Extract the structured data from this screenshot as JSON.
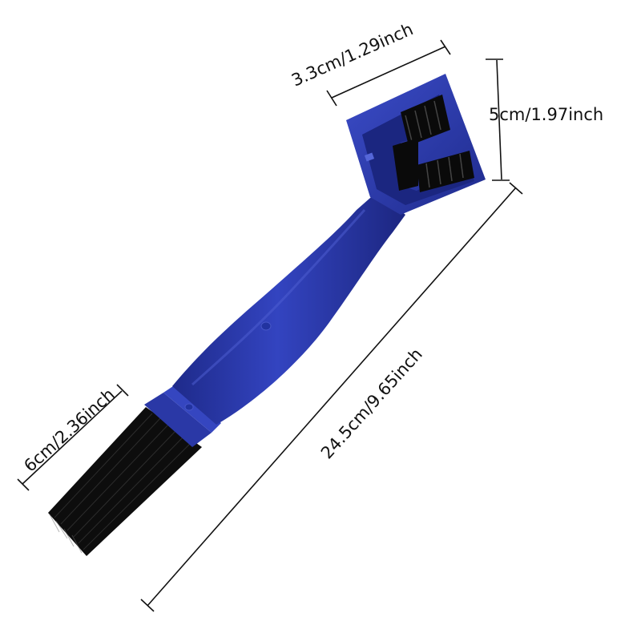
{
  "product": {
    "name": "chain-cleaning-brush",
    "handle_color": "#2c3cab",
    "bristle_color": "#0c0c0c"
  },
  "dimensions": {
    "head_width": "3.3cm/1.29inch",
    "head_height": "5cm/1.97inch",
    "total_length": "24.5cm/9.65inch",
    "brush_width": "6cm/2.36inch"
  }
}
